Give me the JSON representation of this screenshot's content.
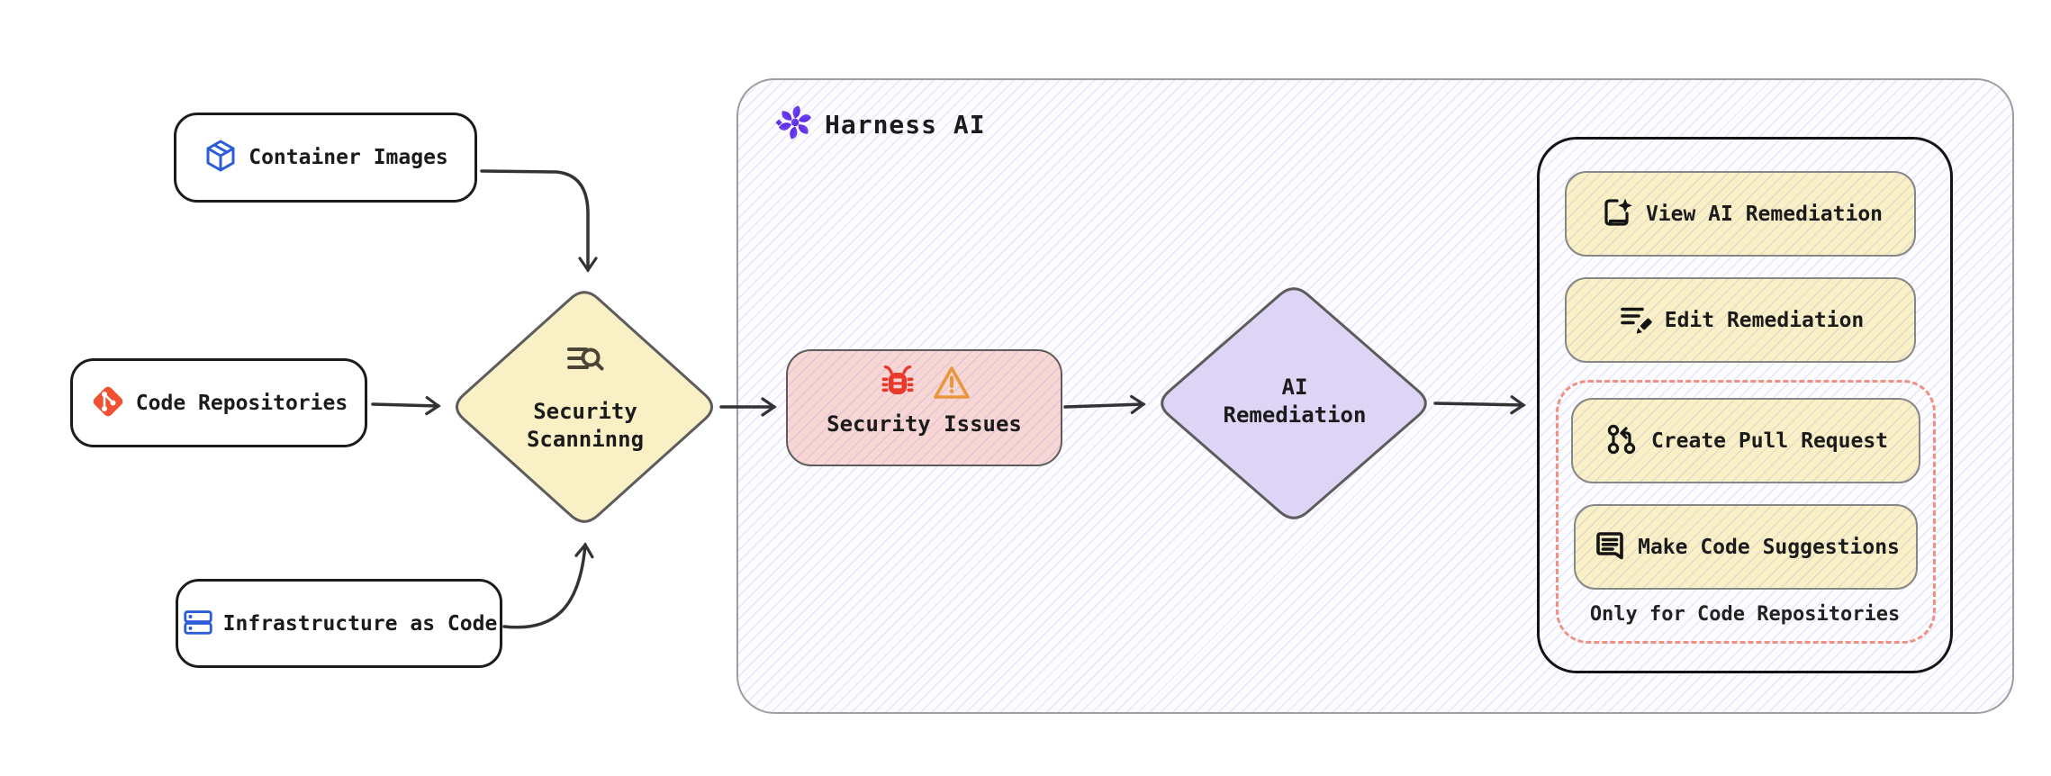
{
  "sources": [
    {
      "label": "Container Images",
      "icon": "package-icon"
    },
    {
      "label": "Code Repositories",
      "icon": "git-icon"
    },
    {
      "label": "Infrastructure as Code",
      "icon": "server-icon"
    }
  ],
  "scanning": {
    "line1": "Security",
    "line2": "Scanninng",
    "icon": "scan-search-icon"
  },
  "harness": {
    "title": "Harness AI",
    "icon": "harness-ai-flower-icon"
  },
  "issues": {
    "label": "Security Issues",
    "icons": [
      "bug-icon",
      "warning-triangle-icon"
    ]
  },
  "remediation": {
    "line1": "AI",
    "line2": "Remediation"
  },
  "actions": [
    {
      "label": "View AI Remediation",
      "icon": "book-sparkle-icon"
    },
    {
      "label": "Edit Remediation",
      "icon": "edit-list-icon"
    },
    {
      "label": "Create Pull Request",
      "icon": "pull-request-icon"
    },
    {
      "label": "Make Code Suggestions",
      "icon": "message-square-icon"
    }
  ],
  "note": "Only for Code Repositories",
  "colors": {
    "node_yellow": "#FAF0C6",
    "node_pink": "#F8D6D3",
    "node_purple": "#DDD3F6",
    "accent_blue": "#2B5CD9",
    "git_orange": "#F05133",
    "bug_red": "#E8392B",
    "warning_orange": "#E8973C",
    "harness_purple": "#6B3DE8",
    "dashed_salmon": "#F09082",
    "hatch_lavender": "#D9D6F3",
    "arrow_dark": "#333333"
  }
}
